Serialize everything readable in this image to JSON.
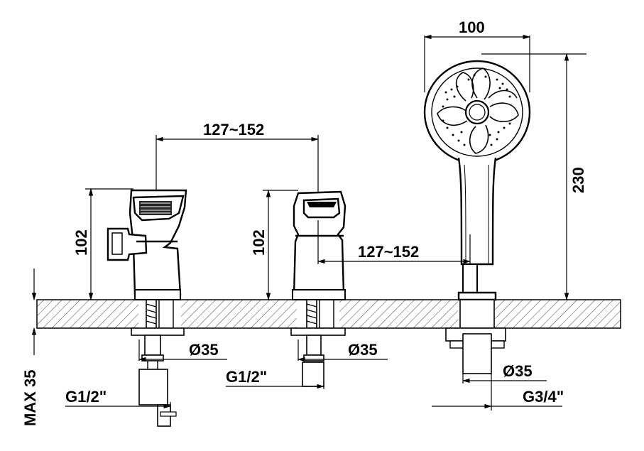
{
  "drawing": {
    "dimensions": {
      "head_diameter": "100",
      "shower_height": "230",
      "spacing_upper": "127~152",
      "spacing_lower": "127~152",
      "left_height": "102",
      "middle_height": "102",
      "hole_left": "Ø35",
      "hole_middle": "Ø35",
      "hole_right": "Ø35",
      "thread_left": "G1/2\"",
      "thread_middle": "G1/2\"",
      "thread_right": "G3/4\"",
      "deck_max": "MAX 35"
    }
  }
}
